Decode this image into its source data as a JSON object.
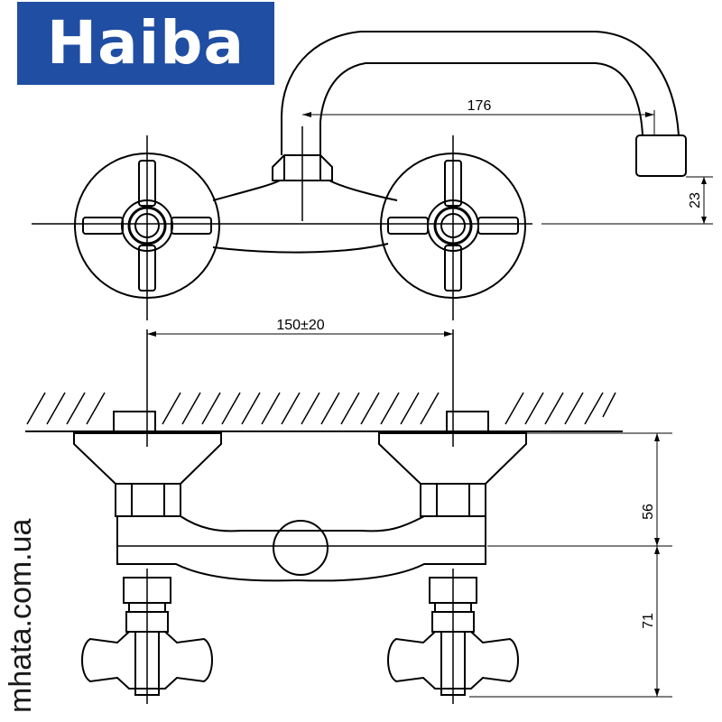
{
  "brand": {
    "name": "Haiba",
    "background_color": "#1f4ea3",
    "text_color": "#ffffff"
  },
  "watermark": {
    "text": "mhata.com.ua"
  },
  "drawing": {
    "line_color": "#000000",
    "dimensions": {
      "spout_reach": "176",
      "spout_outlet_height": "23",
      "handle_spacing": "150±20",
      "wall_to_body_axis": "56",
      "body_axis_to_handle": "71"
    }
  }
}
